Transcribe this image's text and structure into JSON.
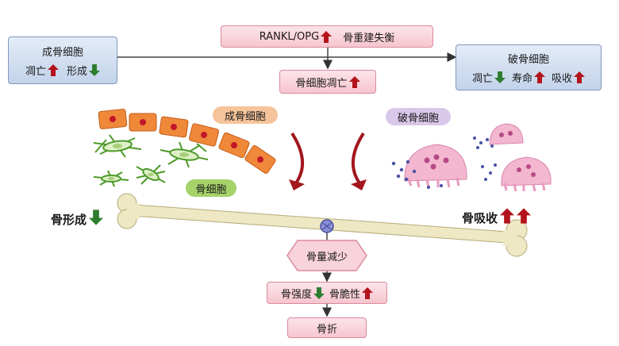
{
  "top_box": {
    "label": "RANKL/OPG",
    "trend": "up",
    "suffix": "骨重建失衡"
  },
  "osteoblast_box": {
    "title": "成骨细胞",
    "items": [
      {
        "label": "凋亡",
        "trend": "up"
      },
      {
        "label": "形成",
        "trend": "down"
      }
    ]
  },
  "osteoclast_box": {
    "title": "破骨细胞",
    "items": [
      {
        "label": "凋亡",
        "trend": "down"
      },
      {
        "label": "寿命",
        "trend": "up"
      },
      {
        "label": "吸收",
        "trend": "up"
      }
    ]
  },
  "osteocyte_apoptosis": {
    "label": "骨细胞凋亡",
    "trend": "up"
  },
  "labels": {
    "osteoblast": "成骨细胞",
    "osteoclast": "破骨细胞",
    "osteocyte": "骨细胞"
  },
  "bone_formation": {
    "label": "骨形成",
    "trend": "down"
  },
  "bone_resorption": {
    "label": "骨吸收",
    "trend": "up"
  },
  "bone_loss": {
    "label": "骨量减少"
  },
  "strength_row": {
    "items": [
      {
        "label": "骨强度",
        "trend": "down"
      },
      {
        "label": "骨脆性",
        "trend": "up"
      }
    ]
  },
  "fracture": {
    "label": "骨折"
  },
  "colors": {
    "up_arrow": "#b3141c",
    "down_arrow": "#2e7d2e",
    "pink_fill": "#f7c5d0",
    "blue_fill": "#c3d3ea"
  }
}
